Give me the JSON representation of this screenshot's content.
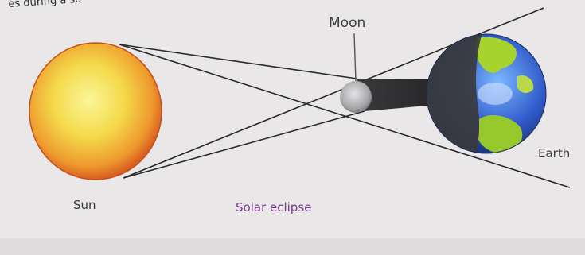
{
  "caption_top": "es during a so",
  "labels": {
    "moon": "Moon",
    "earth": "Earth",
    "sun": "Sun",
    "title": "Solar eclipse"
  },
  "colors": {
    "background": "#e9e7e8",
    "sun_core": "#f8ee6a",
    "sun_edge": "#d9581f",
    "moon": "#b9b9bb",
    "shadow": "#2b2b2d",
    "earth_ocean": "#2f59c9",
    "earth_land": "#a8d22e",
    "title_text": "#7a3a8c"
  },
  "icons": [
    "sun-icon",
    "moon-icon",
    "earth-icon"
  ]
}
